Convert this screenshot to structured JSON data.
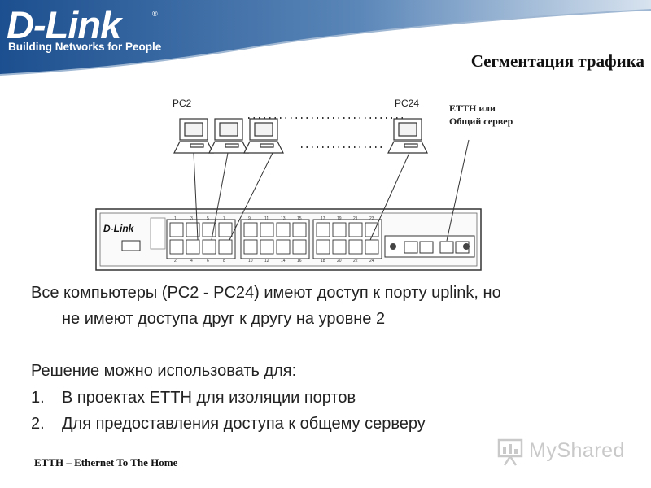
{
  "brand": {
    "logo_text": "D-Link",
    "reg_mark": "®",
    "tagline": "Building Networks for People",
    "header_color": "#1c4f8f"
  },
  "slide": {
    "title": "Сегментация трафика"
  },
  "diagram": {
    "pc_left_label": "PC2",
    "pc_right_label": "PC24",
    "server_label_line1": "ETTH или",
    "server_label_line2": "Общий сервер",
    "switch_brand": "D-Link",
    "top_port_numbers": [
      "1",
      "3",
      "5",
      "7",
      "9",
      "11",
      "13",
      "15",
      "17",
      "19",
      "21",
      "23"
    ],
    "bottom_port_numbers": [
      "2",
      "4",
      "6",
      "8",
      "10",
      "12",
      "14",
      "16",
      "18",
      "20",
      "22",
      "24"
    ]
  },
  "content": {
    "para1_line1": "Все компьютеры (PC2 - PC24) имеют доступ к порту uplink, но",
    "para1_line2": "не имеют доступа друг к другу на уровне 2",
    "para2_heading": "Решение можно использовать для:",
    "list": [
      {
        "num": "1.",
        "text": "В проектах ETTH для изоляции портов"
      },
      {
        "num": "2.",
        "text": "Для предоставления доступа к общему серверу"
      }
    ]
  },
  "footnote": "ETTH – Ethernet To The Home",
  "watermark": {
    "text": "MyShared",
    "icon": "presentation-board-icon"
  }
}
